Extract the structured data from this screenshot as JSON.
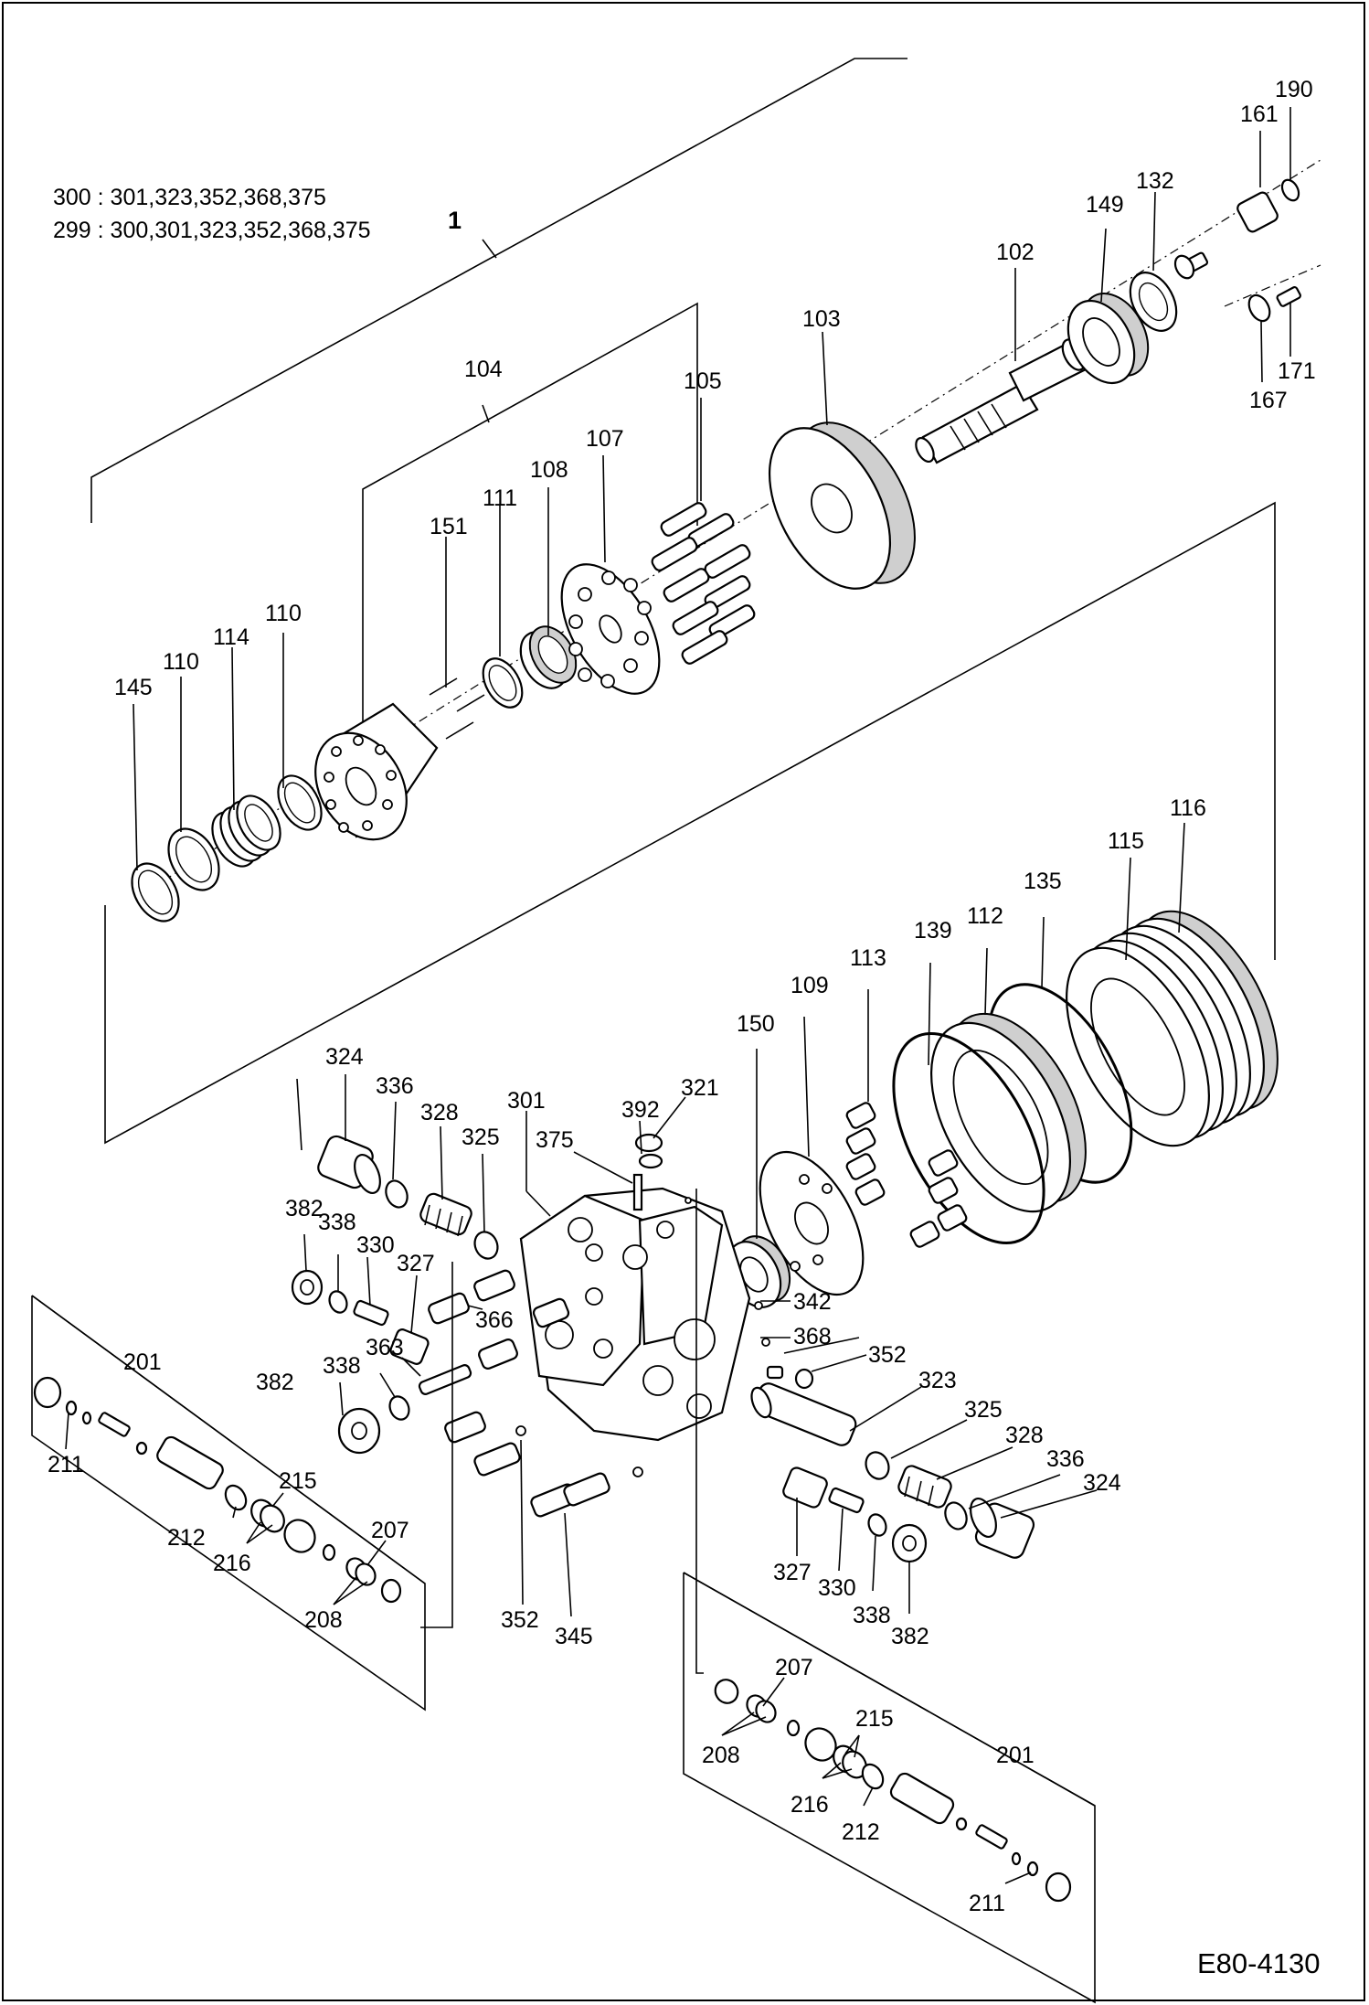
{
  "notes": {
    "line1": "300 : 301,323,352,368,375",
    "line2": "299 : 300,301,323,352,368,375"
  },
  "assembly_label": "1",
  "drawing_code": "E80-4130",
  "callouts": [
    {
      "id": "c190",
      "text": "190"
    },
    {
      "id": "c161",
      "text": "161"
    },
    {
      "id": "c132",
      "text": "132"
    },
    {
      "id": "c149",
      "text": "149"
    },
    {
      "id": "c102",
      "text": "102"
    },
    {
      "id": "c171",
      "text": "171"
    },
    {
      "id": "c167",
      "text": "167"
    },
    {
      "id": "c103",
      "text": "103"
    },
    {
      "id": "c104",
      "text": "104"
    },
    {
      "id": "c105",
      "text": "105"
    },
    {
      "id": "c107",
      "text": "107"
    },
    {
      "id": "c108",
      "text": "108"
    },
    {
      "id": "c111",
      "text": "111"
    },
    {
      "id": "c151",
      "text": "151"
    },
    {
      "id": "c110a",
      "text": "110"
    },
    {
      "id": "c110b",
      "text": "110"
    },
    {
      "id": "c114",
      "text": "114"
    },
    {
      "id": "c145",
      "text": "145"
    },
    {
      "id": "c116",
      "text": "116"
    },
    {
      "id": "c115",
      "text": "115"
    },
    {
      "id": "c135",
      "text": "135"
    },
    {
      "id": "c112",
      "text": "112"
    },
    {
      "id": "c139",
      "text": "139"
    },
    {
      "id": "c113",
      "text": "113"
    },
    {
      "id": "c109",
      "text": "109"
    },
    {
      "id": "c150",
      "text": "150"
    },
    {
      "id": "c324a",
      "text": "324"
    },
    {
      "id": "c336a",
      "text": "336"
    },
    {
      "id": "c328a",
      "text": "328"
    },
    {
      "id": "c301",
      "text": "301"
    },
    {
      "id": "c392",
      "text": "392"
    },
    {
      "id": "c321",
      "text": "321"
    },
    {
      "id": "c375",
      "text": "375"
    },
    {
      "id": "c325a",
      "text": "325"
    },
    {
      "id": "c382a",
      "text": "382"
    },
    {
      "id": "c338a",
      "text": "338"
    },
    {
      "id": "c330a",
      "text": "330"
    },
    {
      "id": "c327a",
      "text": "327"
    },
    {
      "id": "c366",
      "text": "366"
    },
    {
      "id": "c342",
      "text": "342"
    },
    {
      "id": "c368",
      "text": "368"
    },
    {
      "id": "c352a",
      "text": "352"
    },
    {
      "id": "c363",
      "text": "363"
    },
    {
      "id": "c201a",
      "text": "201"
    },
    {
      "id": "c338b",
      "text": "338"
    },
    {
      "id": "c382b",
      "text": "382"
    },
    {
      "id": "c323",
      "text": "323"
    },
    {
      "id": "c325b",
      "text": "325"
    },
    {
      "id": "c328b",
      "text": "328"
    },
    {
      "id": "c336b",
      "text": "336"
    },
    {
      "id": "c324b",
      "text": "324"
    },
    {
      "id": "c211a",
      "text": "211"
    },
    {
      "id": "c215a",
      "text": "215"
    },
    {
      "id": "c212a",
      "text": "212"
    },
    {
      "id": "c216a",
      "text": "216"
    },
    {
      "id": "c207a",
      "text": "207"
    },
    {
      "id": "c208a",
      "text": "208"
    },
    {
      "id": "c327b",
      "text": "327"
    },
    {
      "id": "c330b",
      "text": "330"
    },
    {
      "id": "c338c",
      "text": "338"
    },
    {
      "id": "c382c",
      "text": "382"
    },
    {
      "id": "c352b",
      "text": "352"
    },
    {
      "id": "c345",
      "text": "345"
    },
    {
      "id": "c207b",
      "text": "207"
    },
    {
      "id": "c208b",
      "text": "208"
    },
    {
      "id": "c215b",
      "text": "215"
    },
    {
      "id": "c201b",
      "text": "201"
    },
    {
      "id": "c216b",
      "text": "216"
    },
    {
      "id": "c212b",
      "text": "212"
    },
    {
      "id": "c211b",
      "text": "211"
    }
  ]
}
